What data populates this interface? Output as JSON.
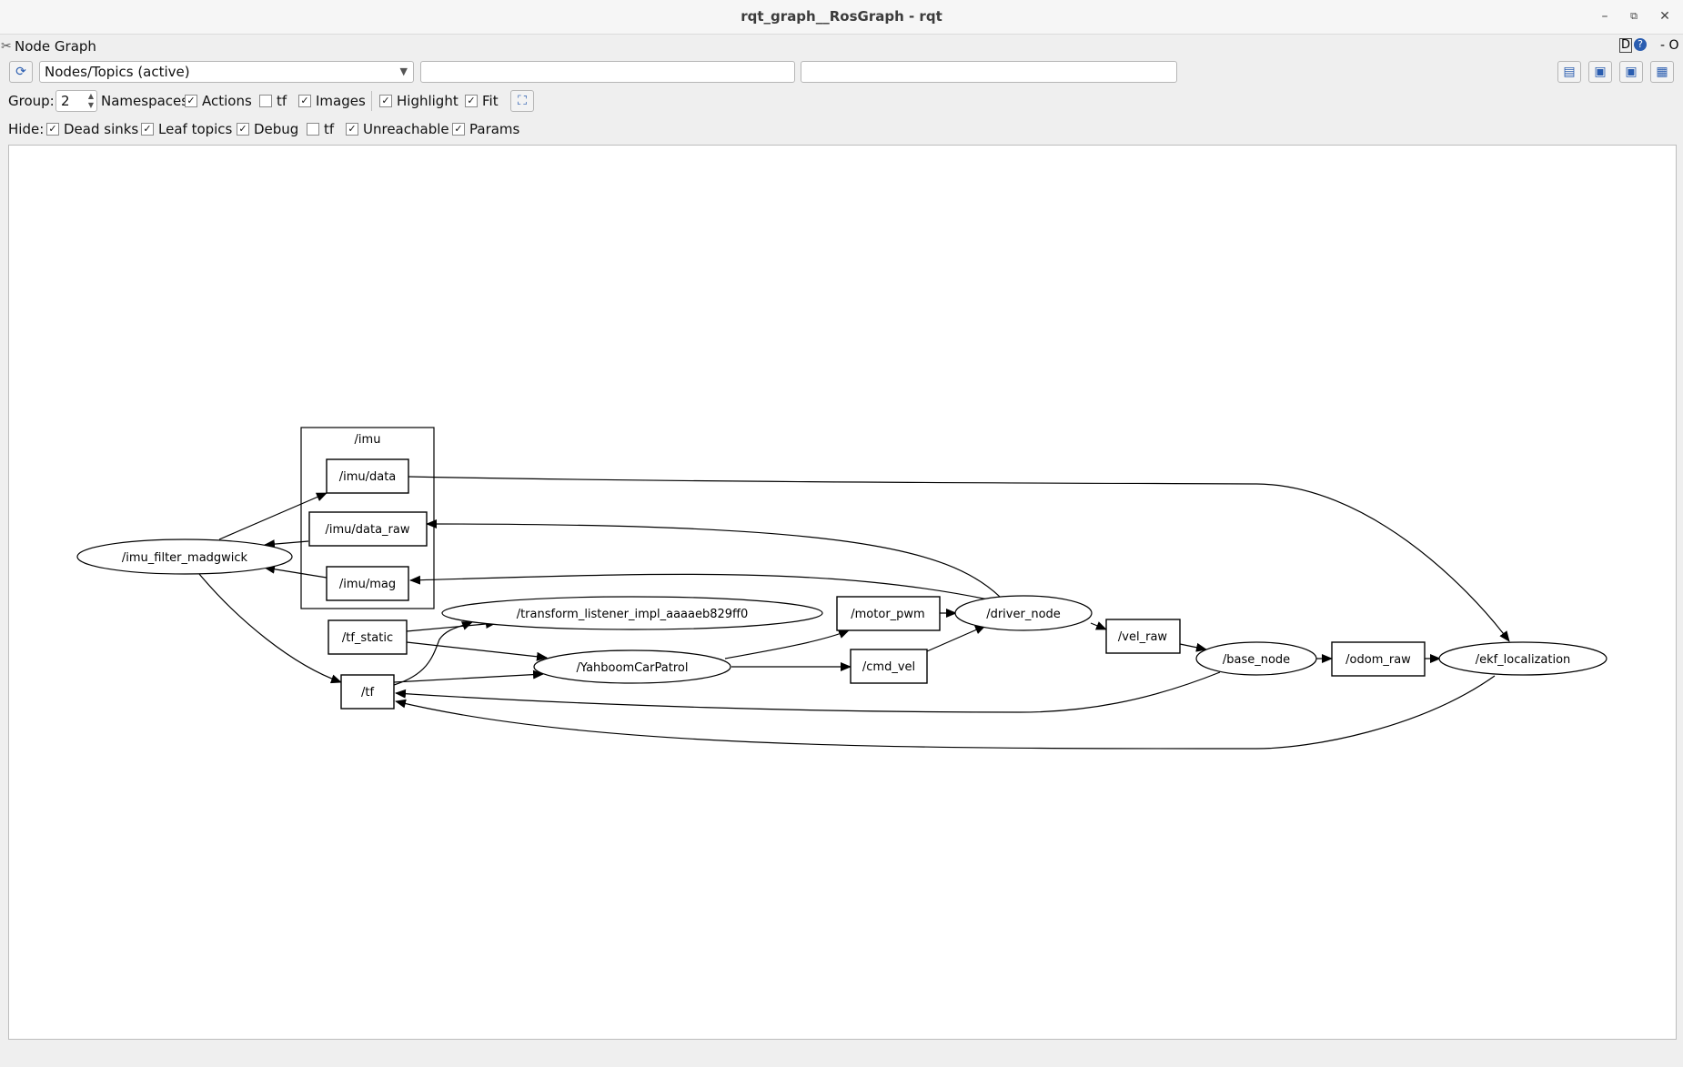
{
  "window": {
    "title": "rqt_graph__RosGraph - rqt",
    "minimize": "–",
    "restore": "⧉",
    "close": "✕"
  },
  "plugin": {
    "title": "Node Graph",
    "help": "D",
    "help_q": "?",
    "close": "- O"
  },
  "toolbar": {
    "view_mode": "Nodes/Topics (active)",
    "filter_nodes": "",
    "filter_topics": ""
  },
  "row2": {
    "group_label": "Group:",
    "group_value": "2",
    "namespaces_label": "Namespaces",
    "actions_label": "Actions",
    "tf_label": "tf",
    "images_label": "Images",
    "highlight_label": "Highlight",
    "fit_label": "Fit"
  },
  "row3": {
    "hide_label": "Hide:",
    "dead_sinks": "Dead sinks",
    "leaf_topics": "Leaf topics",
    "debug": "Debug",
    "tf": "tf",
    "unreachable": "Unreachable",
    "params": "Params"
  },
  "checkmark": "✓",
  "graph": {
    "cluster_imu": "/imu",
    "imu_data": "/imu/data",
    "imu_data_raw": "/imu/data_raw",
    "imu_mag": "/imu/mag",
    "imu_filter": "/imu_filter_madgwick",
    "tf_static": "/tf_static",
    "tf": "/tf",
    "transform_listener": "/transform_listener_impl_aaaaeb829ff0",
    "patrol": "/YahboomCarPatrol",
    "motor_pwm": "/motor_pwm",
    "cmd_vel": "/cmd_vel",
    "driver_node": "/driver_node",
    "vel_raw": "/vel_raw",
    "base_node": "/base_node",
    "odom_raw": "/odom_raw",
    "ekf": "/ekf_localization"
  }
}
